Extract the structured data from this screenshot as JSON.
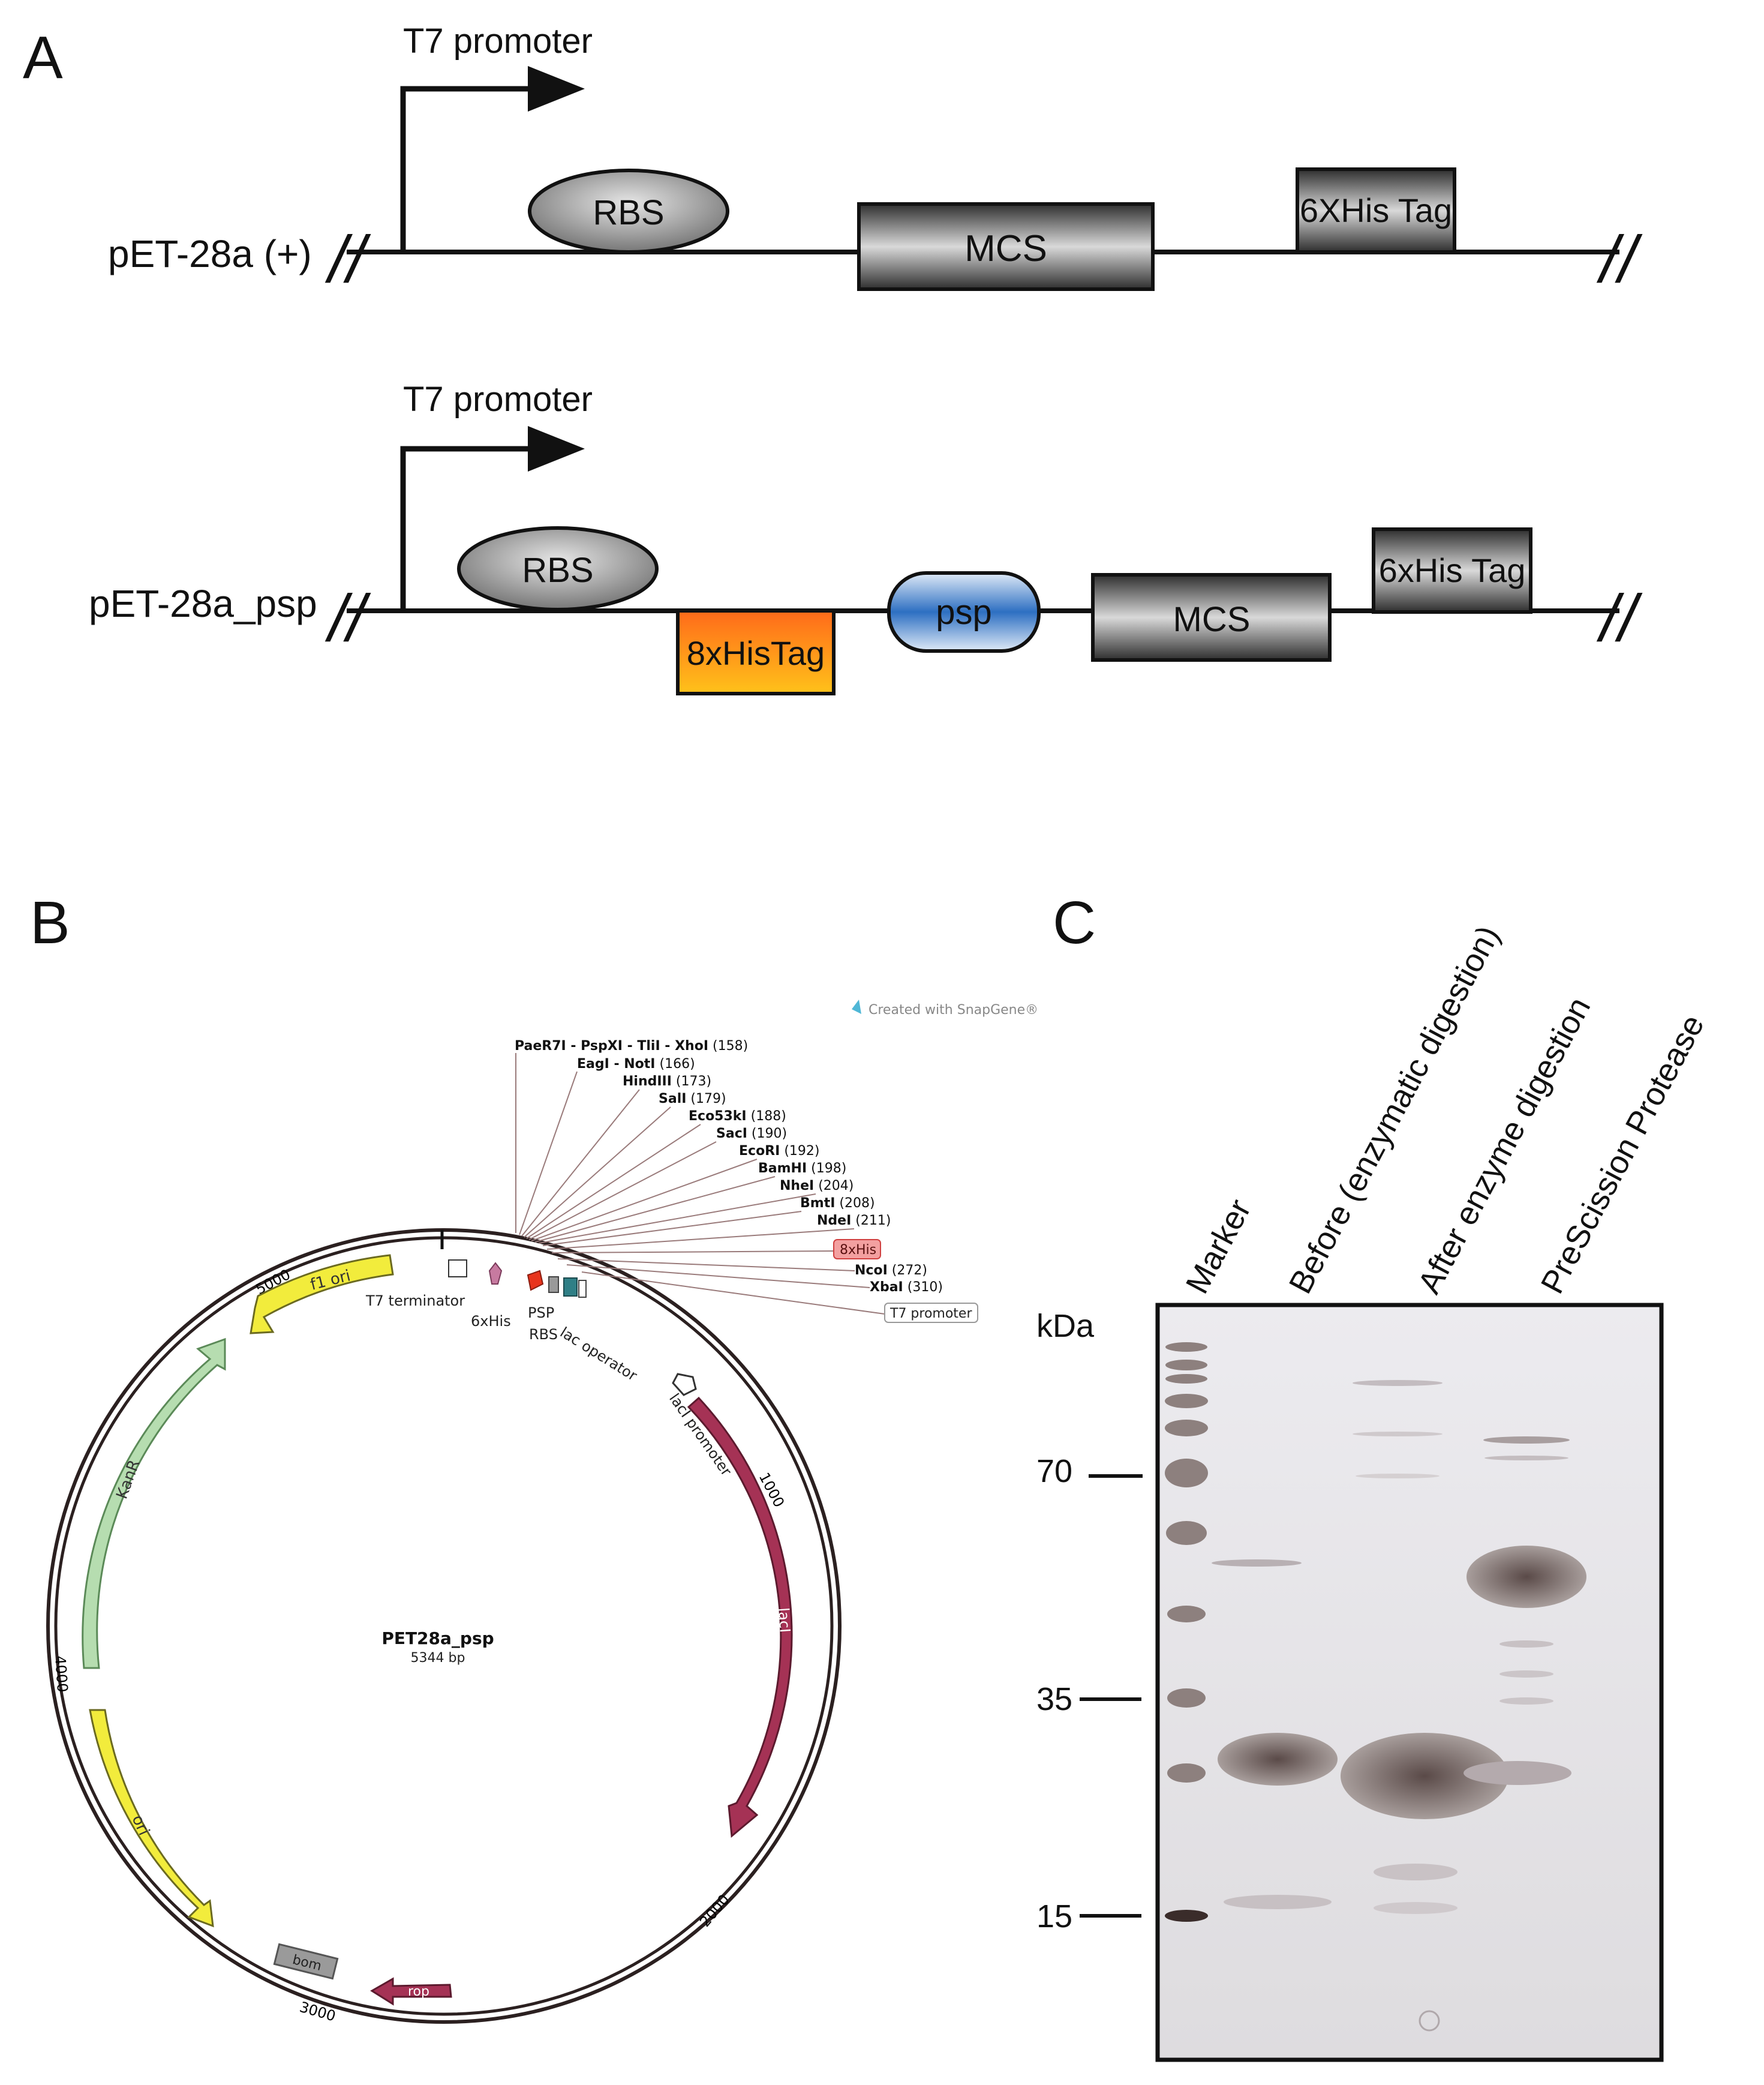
{
  "panels": {
    "A": {
      "label": "A",
      "construct1": {
        "name": "pET-28a (+)",
        "promoter": "T7 promoter",
        "rbs": "RBS",
        "mcs": "MCS",
        "his": "6XHis Tag",
        "break": "//"
      },
      "construct2": {
        "name": "pET-28a_psp",
        "promoter": "T7 promoter",
        "rbs": "RBS",
        "histag8": "8xHisTag",
        "psp": "psp",
        "mcs": "MCS",
        "his": "6xHis Tag",
        "break": "//"
      }
    },
    "B": {
      "label": "B",
      "credit": "Created with SnapGene®",
      "plasmid_name": "PET28a_psp",
      "plasmid_size": "5344 bp",
      "sites": [
        {
          "name": "PaeR7I - PspXI - TliI - XhoI",
          "pos": "(158)"
        },
        {
          "name": "EagI - NotI",
          "pos": "(166)"
        },
        {
          "name": "HindIII",
          "pos": "(173)"
        },
        {
          "name": "SalI",
          "pos": "(179)"
        },
        {
          "name": "Eco53kI",
          "pos": "(188)"
        },
        {
          "name": "SacI",
          "pos": "(190)"
        },
        {
          "name": "EcoRI",
          "pos": "(192)"
        },
        {
          "name": "BamHI",
          "pos": "(198)"
        },
        {
          "name": "NheI",
          "pos": "(204)"
        },
        {
          "name": "BmtI",
          "pos": "(208)"
        },
        {
          "name": "NdeI",
          "pos": "(211)"
        }
      ],
      "his8_box": "8xHis",
      "sites2": [
        {
          "name": "NcoI",
          "pos": "(272)"
        },
        {
          "name": "XbaI",
          "pos": "(310)"
        }
      ],
      "t7_box": "T7 promoter",
      "features": {
        "t7_terminator": "T7 terminator",
        "his6": "6xHis",
        "psp": "PSP",
        "rbs": "RBS",
        "lac_operator": "lac operator",
        "laci_promoter": "lacI promoter",
        "laci": "lacI",
        "rop": "rop",
        "bom": "bom",
        "ori": "ori",
        "kanr": "KanR",
        "f1ori": "f1 ori"
      },
      "ticks": [
        "1000",
        "2000",
        "3000",
        "4000",
        "5000"
      ],
      "colors": {
        "yellow": "#f2ec3c",
        "green": "#b6ddb0",
        "maroon": "#a53255",
        "grey": "#9a9a9a"
      }
    },
    "C": {
      "label": "C",
      "lanes": [
        "Marker",
        "Before (enzymatic digestion)",
        "After enzyme digestion",
        "PreScission Protease"
      ],
      "unit": "kDa",
      "markers": [
        "70",
        "35",
        "15"
      ]
    }
  }
}
